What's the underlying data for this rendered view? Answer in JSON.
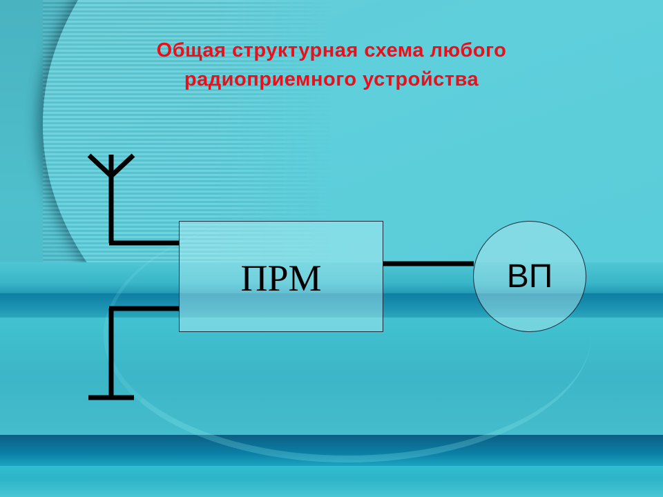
{
  "slide": {
    "title_line1": "Общая структурная схема любого",
    "title_line2": "радиоприемного устройства",
    "title_color": "#e8101a"
  },
  "diagram": {
    "blocks": [
      {
        "id": "receiver",
        "label": "ПРМ",
        "shape": "rectangle"
      },
      {
        "id": "output-device",
        "label": "ВП",
        "shape": "circle"
      }
    ],
    "symbols": [
      "antenna-icon",
      "ground-icon"
    ],
    "connections": [
      {
        "from": "antenna",
        "to": "receiver"
      },
      {
        "from": "ground",
        "to": "receiver"
      },
      {
        "from": "receiver",
        "to": "output-device"
      }
    ]
  }
}
